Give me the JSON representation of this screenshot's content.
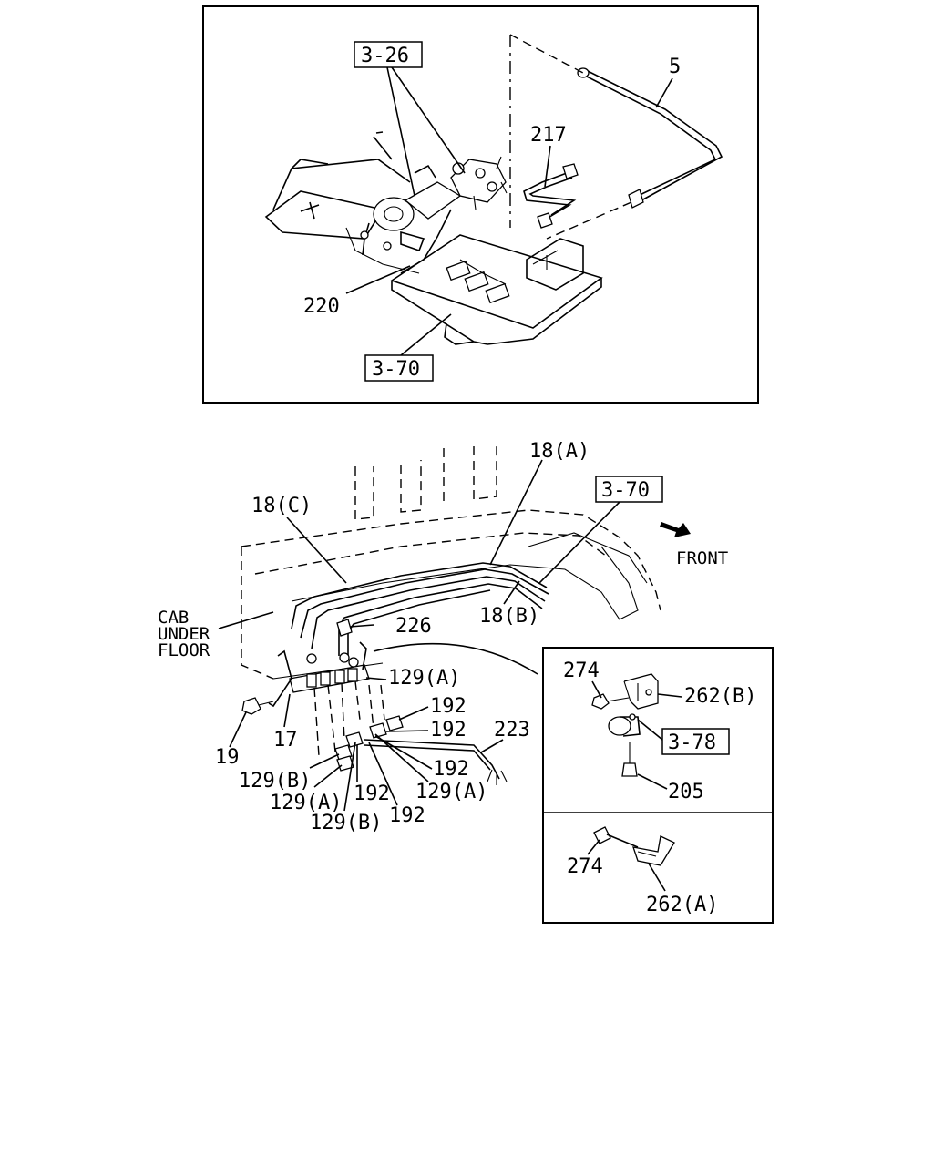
{
  "upper_view": {
    "refs": {
      "r326": "3-26",
      "r370": "3-70"
    },
    "labels": {
      "l5": "5",
      "l217": "217",
      "l220": "220"
    }
  },
  "lower_view": {
    "refs": {
      "r370": "3-70"
    },
    "labels": {
      "l18a": "18(A)",
      "l18b": "18(B)",
      "l18c": "18(C)",
      "l226": "226",
      "l129a_1": "129(A)",
      "l192_1": "192",
      "l192_2": "192",
      "l223": "223",
      "l192_3": "192",
      "l129a_2": "129(A)",
      "l129b_1": "129(B)",
      "l129a_3": "129(A)",
      "l192_4": "192",
      "l129b_2": "129(B)",
      "l192_5": "192",
      "l19": "19",
      "l17": "17"
    },
    "front": "FRONT",
    "cab_under_floor": [
      "CAB",
      "UNDER",
      "FLOOR"
    ]
  },
  "detail_top": {
    "refs": {
      "r378": "3-78"
    },
    "labels": {
      "l274": "274",
      "l262b": "262(B)",
      "l205": "205"
    }
  },
  "detail_bottom": {
    "labels": {
      "l274": "274",
      "l262a": "262(A)"
    }
  },
  "icons": {
    "front_arrow": "arrow-icon"
  }
}
